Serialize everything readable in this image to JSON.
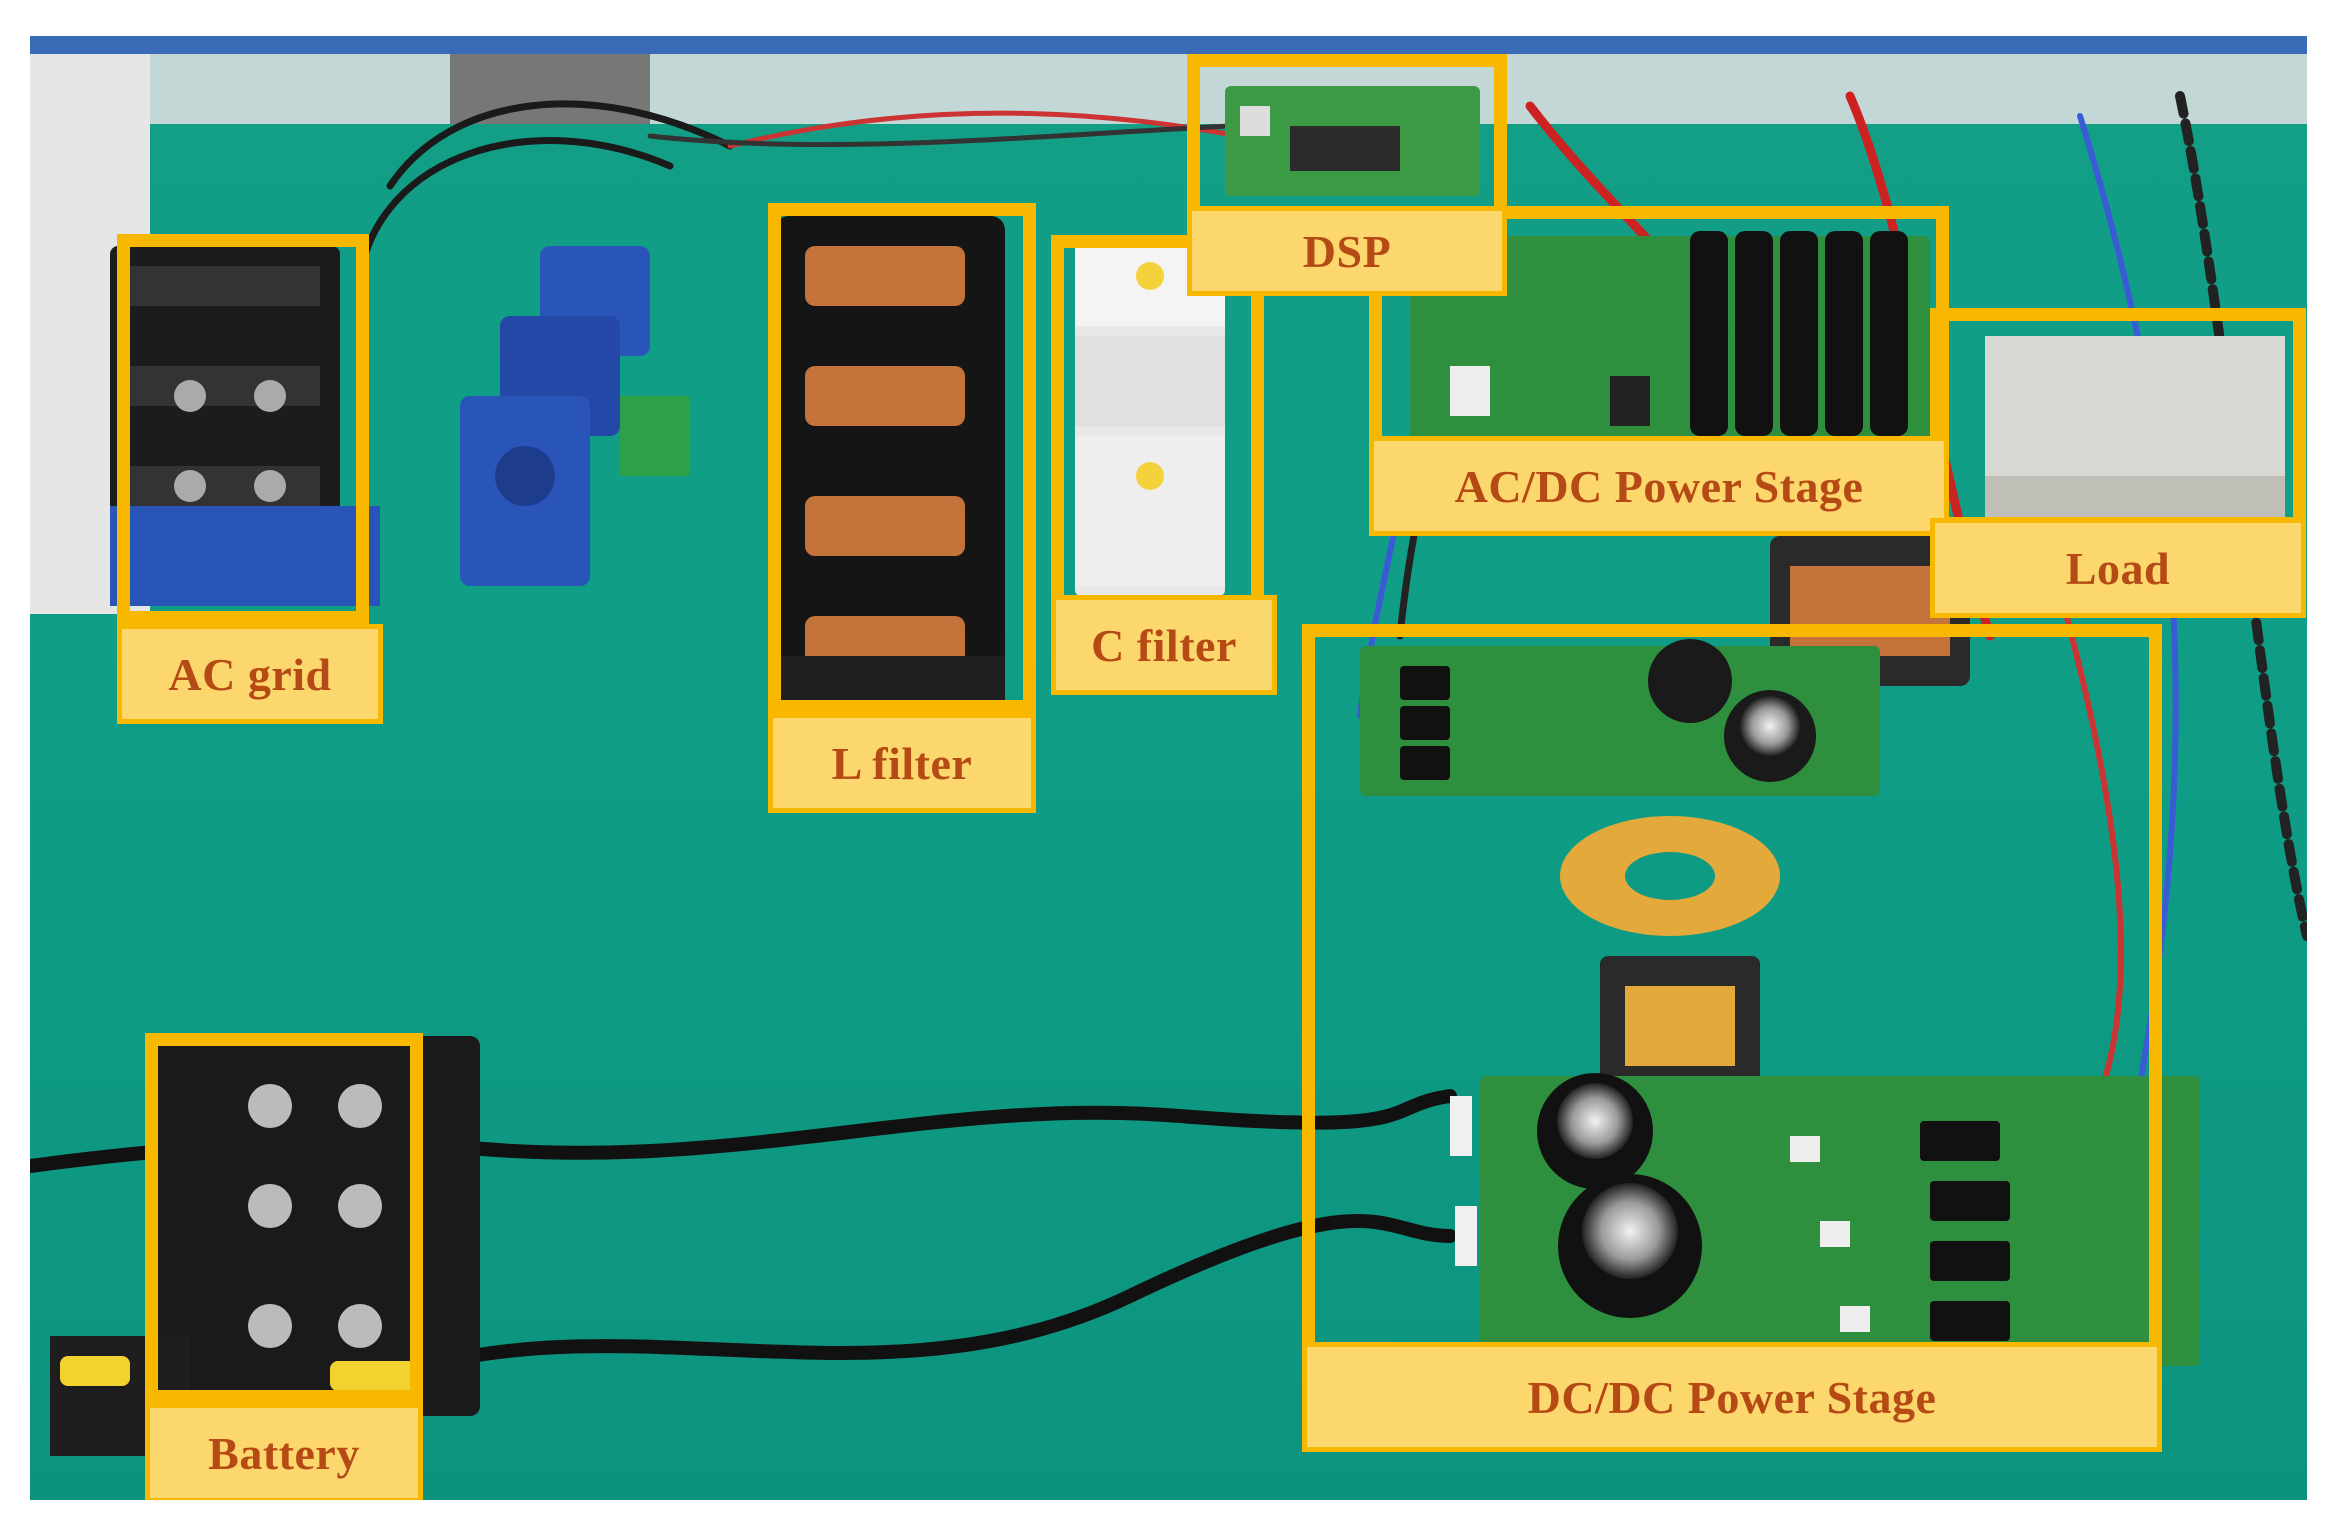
{
  "components": {
    "ac_grid": "AC grid",
    "l_filter": "L filter",
    "c_filter": "C filter",
    "dsp": "DSP",
    "acdc_power_stage": "AC/DC Power Stage",
    "load": "Load",
    "dcdc_power_stage": "DC/DC Power Stage",
    "battery": "Battery"
  },
  "colors": {
    "highlight_border": "#f8b800",
    "label_fill": "#fcd76e",
    "label_text": "#b54a14",
    "bench_green": "#12a08a"
  }
}
